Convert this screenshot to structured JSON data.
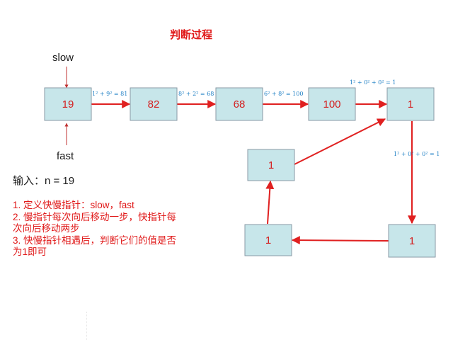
{
  "title": "判断过程",
  "pointers": {
    "slow": "slow",
    "fast": "fast"
  },
  "input_text": "输入：n = 19",
  "steps": [
    "1. 定义快慢指针：slow，fast",
    "2. 慢指针每次向后移动一步，快指针每次向后移动两步",
    "3. 快慢指针相遇后，判断它们的值是否为1即可"
  ],
  "nodes": [
    {
      "id": "n19",
      "label": "19"
    },
    {
      "id": "n82",
      "label": "82"
    },
    {
      "id": "n68",
      "label": "68"
    },
    {
      "id": "n100",
      "label": "100"
    },
    {
      "id": "n1a",
      "label": "1"
    },
    {
      "id": "n1b",
      "label": "1"
    },
    {
      "id": "n1c",
      "label": "1"
    },
    {
      "id": "n1d",
      "label": "1"
    }
  ],
  "edge_labels": {
    "e19": "1² + 9² = 81",
    "e82": "8² + 2² = 68",
    "e68": "6² + 8² = 100",
    "e100": "1² + 0² + 0² = 1",
    "e1": "1² + 0² + 0² = 1"
  },
  "colors": {
    "node_fill": "#c7e6ea",
    "node_stroke": "#8a9aa6",
    "arrow": "#e02020",
    "node_text": "#d42020",
    "title": "#e01818",
    "equation": "#1e7fc4"
  }
}
